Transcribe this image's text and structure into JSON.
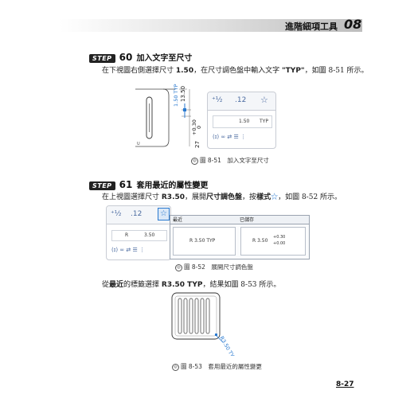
{
  "header": {
    "chapter_title": "進階細項工具",
    "chapter_number": "08"
  },
  "step60": {
    "badge": "STEP",
    "number": "60",
    "title": "加入文字至尺寸",
    "instruction_parts": [
      "在下視圖右側選擇尺寸 ",
      "1.50",
      "，在尺寸調色盤中輸入文字 ",
      "\"TYP\"",
      "，如圖 8-51 所示。"
    ],
    "drawing": {
      "dim_top": "13.50",
      "dim_typ": "1.50 TYP",
      "dim_tol": "+0.30",
      "dim_tol2": "0",
      "dim_bottom": "27"
    },
    "palette": {
      "value": "1.50",
      "text": "TYP"
    },
    "caption": "圖 8-51　加入文字至尺寸"
  },
  "step61": {
    "badge": "STEP",
    "number": "61",
    "title": "套用最近的屬性變更",
    "instruction_parts": [
      "在上視圖選擇尺寸 ",
      "R3.50",
      "，展開",
      "尺寸調色盤",
      "，按",
      "樣式",
      "，如圖 8-52 所示。"
    ],
    "palette": {
      "prefix": "R",
      "value": "3.50"
    },
    "styles": {
      "recent_header": "最近",
      "saved_header": "已儲存",
      "recent_item": "R 3.50 TYP",
      "saved_item_value": "R 3.50",
      "saved_item_tol_upper": "+0.30",
      "saved_item_tol_lower": "+0.00"
    },
    "caption": "圖 8-52　展開尺寸調色盤",
    "result_parts": [
      "從",
      "最近",
      "的標籤選擇 ",
      "R3.50 TYP",
      "，結果如圖 8-53 所示。"
    ],
    "drawing": {
      "dim_label": "R3.50 TYP"
    },
    "caption2": "圖 8-53　套用最近的屬性變更"
  },
  "footer": {
    "page_number": "8-27"
  }
}
